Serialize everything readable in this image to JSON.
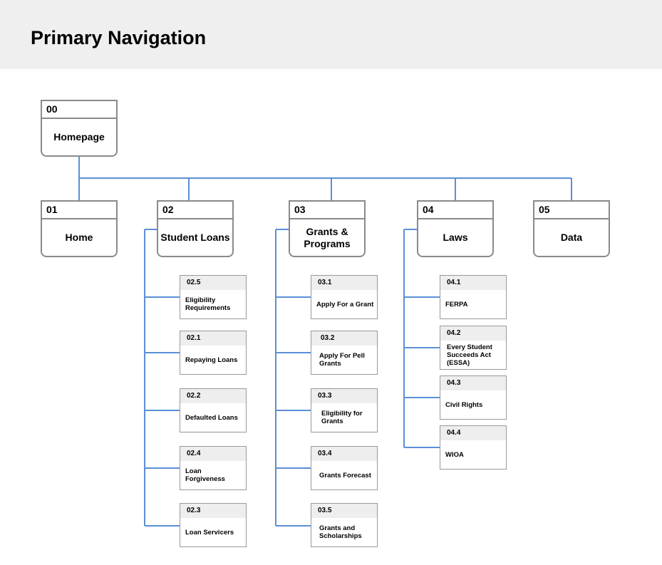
{
  "page": {
    "title": "Primary Navigation"
  },
  "colors": {
    "connector": "#5b8fd6",
    "box_border": "#8a8a8a",
    "header_bg": "#efefef",
    "sub_header_bg": "#eeeeee"
  },
  "root": {
    "num": "00",
    "label": "Homepage"
  },
  "sections": [
    {
      "num": "01",
      "label": "Home",
      "children": []
    },
    {
      "num": "02",
      "label": "Student Loans",
      "children": [
        {
          "num": "02.5",
          "label": "Eligibility Requirements"
        },
        {
          "num": "02.1",
          "label": "Repaying Loans"
        },
        {
          "num": "02.2",
          "label": "Defaulted Loans"
        },
        {
          "num": "02.4",
          "label": "Loan Forgiveness"
        },
        {
          "num": "02.3",
          "label": "Loan Servicers"
        }
      ]
    },
    {
      "num": "03",
      "label": "Grants & Programs",
      "children": [
        {
          "num": "03.1",
          "label": "Apply For a Grant"
        },
        {
          "num": "03.2",
          "label": "Apply For Pell Grants"
        },
        {
          "num": "03.3",
          "label": "Eligibility for Grants"
        },
        {
          "num": "03.4",
          "label": "Grants Forecast"
        },
        {
          "num": "03.5",
          "label": "Grants and Scholarships"
        }
      ]
    },
    {
      "num": "04",
      "label": "Laws",
      "children": [
        {
          "num": "04.1",
          "label": "FERPA"
        },
        {
          "num": "04.2",
          "label": "Every Student Succeeds Act (ESSA)"
        },
        {
          "num": "04.3",
          "label": "Civil Rights"
        },
        {
          "num": "04.4",
          "label": "WIOA"
        }
      ]
    },
    {
      "num": "05",
      "label": "Data",
      "children": []
    }
  ]
}
